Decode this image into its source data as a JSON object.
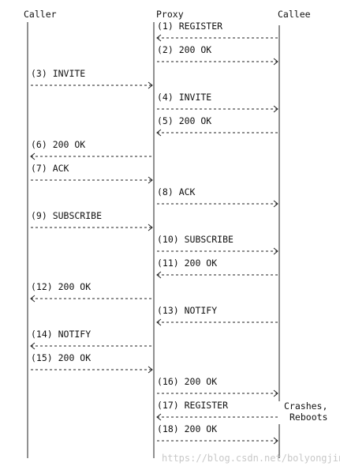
{
  "headers": {
    "caller": "Caller",
    "proxy": "Proxy",
    "callee": "Callee"
  },
  "messages": [
    {
      "label": "(1) REGISTER",
      "from": "callee",
      "to": "proxy"
    },
    {
      "label": "(2) 200 OK",
      "from": "proxy",
      "to": "callee"
    },
    {
      "label": "(3) INVITE",
      "from": "caller",
      "to": "proxy"
    },
    {
      "label": "(4) INVITE",
      "from": "proxy",
      "to": "callee"
    },
    {
      "label": "(5) 200 OK",
      "from": "callee",
      "to": "proxy"
    },
    {
      "label": "(6) 200 OK",
      "from": "proxy",
      "to": "caller"
    },
    {
      "label": "(7) ACK",
      "from": "caller",
      "to": "proxy"
    },
    {
      "label": "(8) ACK",
      "from": "proxy",
      "to": "callee"
    },
    {
      "label": "(9) SUBSCRIBE",
      "from": "caller",
      "to": "proxy"
    },
    {
      "label": "(10) SUBSCRIBE",
      "from": "proxy",
      "to": "callee"
    },
    {
      "label": "(11) 200 OK",
      "from": "callee",
      "to": "proxy"
    },
    {
      "label": "(12) 200 OK",
      "from": "proxy",
      "to": "caller"
    },
    {
      "label": "(13) NOTIFY",
      "from": "callee",
      "to": "proxy"
    },
    {
      "label": "(14) NOTIFY",
      "from": "proxy",
      "to": "caller"
    },
    {
      "label": "(15) 200 OK",
      "from": "caller",
      "to": "proxy"
    },
    {
      "label": "(16) 200 OK",
      "from": "proxy",
      "to": "callee"
    },
    {
      "label": "(17) REGISTER",
      "from": "callee",
      "to": "proxy"
    },
    {
      "label": "(18) 200 OK",
      "from": "proxy",
      "to": "callee"
    }
  ],
  "callee_note": [
    "Crashes,",
    "Reboots"
  ],
  "watermark": "https://blog.csdn.net/bolyongjin"
}
